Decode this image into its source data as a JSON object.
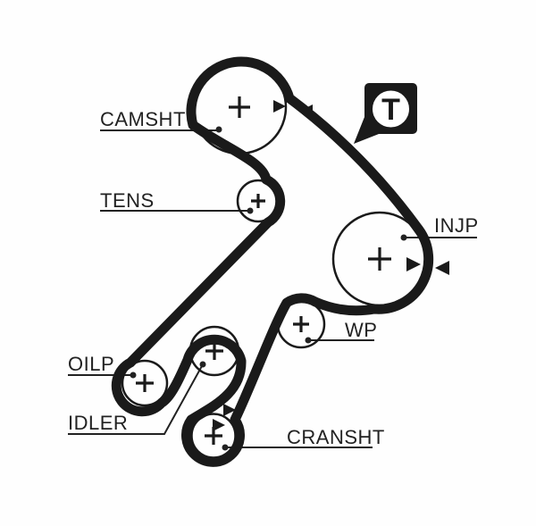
{
  "diagram": {
    "badge": {
      "letter": "T"
    },
    "colors": {
      "ink": "#1a1a1a",
      "paper": "#fefefe",
      "label_ink": "#222222"
    },
    "pulleys": {
      "camshaft": {
        "label": "CAMSHT"
      },
      "tensioner": {
        "label": "TENS"
      },
      "injection_pump": {
        "label": "INJP"
      },
      "water_pump": {
        "label": "WP"
      },
      "oil_pump": {
        "label": "OILP"
      },
      "idler": {
        "label": "IDLER"
      },
      "crankshaft": {
        "label": "CRANSHT"
      }
    }
  }
}
